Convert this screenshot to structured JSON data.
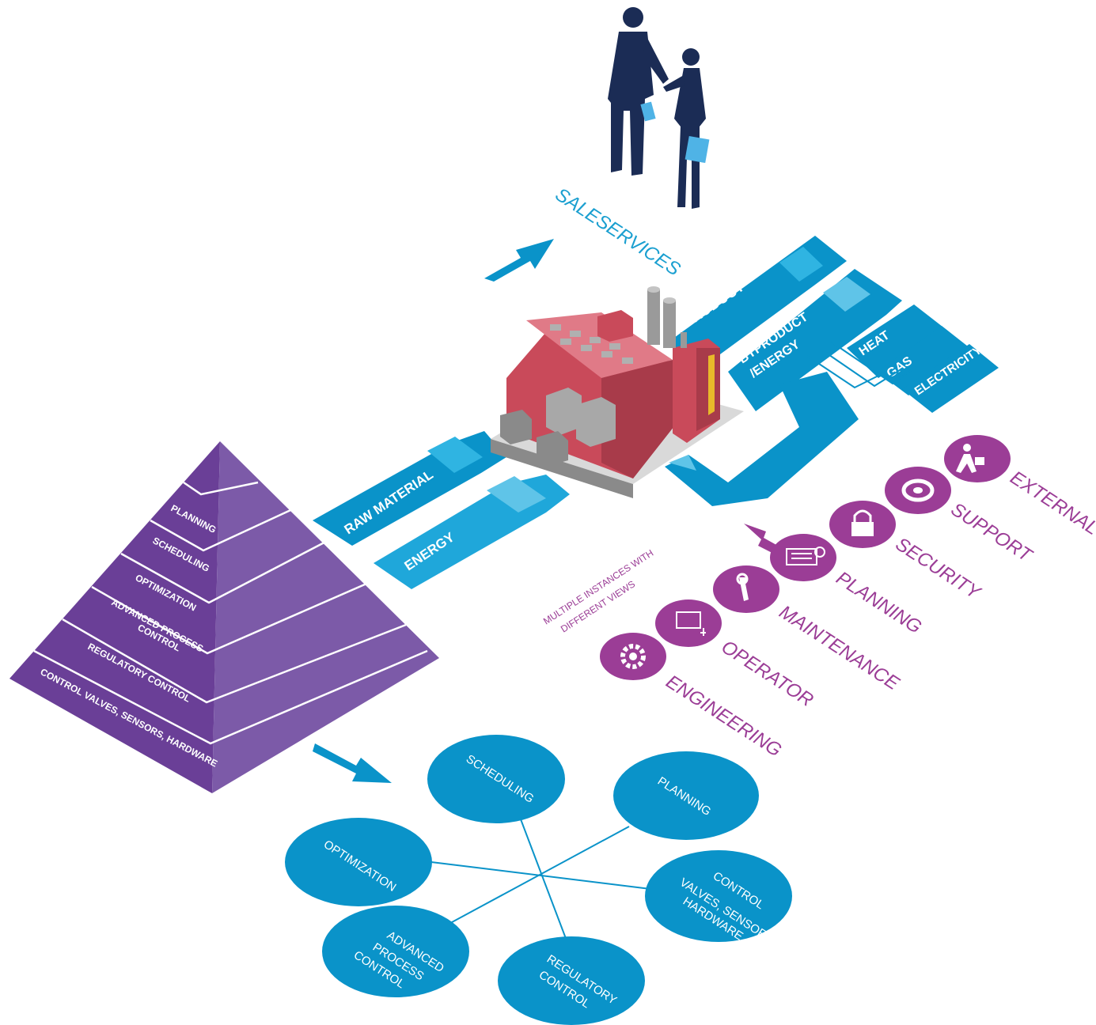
{
  "colors": {
    "blue": "#0a93c9",
    "blue_dark": "#0779a6",
    "blue_light": "#1fb0de",
    "purple": "#6a3f97",
    "purple_light": "#7c5aa8",
    "magenta": "#9b3d96",
    "factory_red": "#c94a5a"
  },
  "top": {
    "sales_label": "SALESERVICES"
  },
  "flows": {
    "product": "PRODUCT",
    "byproduct": "BYPRODUCT",
    "byproduct_line2": "/ENERGY",
    "heat": "HEAT",
    "gas": "GAS",
    "electricity": "ELECTRICITY",
    "raw_material": "RAW MATERIAL",
    "energy": "ENERGY"
  },
  "pyramid": {
    "levels": [
      "PLANNING",
      "SCHEDULING",
      "OPTIMIZATION",
      "ADVANCED PROCESS",
      "CONTROL",
      "REGULATORY CONTROL",
      "CONTROL VALVES, SENSORS, HARDWARE"
    ]
  },
  "views": {
    "caption_line1": "MULTIPLE INSTANCES WITH",
    "caption_line2": "DIFFERENT VIEWS",
    "roles": [
      {
        "label": "EXTERNAL",
        "icon": "person-walking-icon"
      },
      {
        "label": "SUPPORT",
        "icon": "lifebuoy-icon"
      },
      {
        "label": "SECURITY",
        "icon": "padlock-icon"
      },
      {
        "label": "PLANNING",
        "icon": "planning-chart-icon"
      },
      {
        "label": "MAINTENANCE",
        "icon": "wrench-icon"
      },
      {
        "label": "OPERATOR",
        "icon": "monitor-icon"
      },
      {
        "label": "ENGINEERING",
        "icon": "gear-icon"
      }
    ]
  },
  "network": {
    "scheduling": "SCHEDULING",
    "planning": "PLANNING",
    "optimization": "OPTIMIZATION",
    "control_line1": "CONTROL",
    "control_line2": "VALVES, SENSORS,",
    "control_line3": "HARDWARE",
    "apc_line1": "ADVANCED",
    "apc_line2": "PROCESS",
    "apc_line3": "CONTROL",
    "reg_line1": "REGULATORY",
    "reg_line2": "CONTROL"
  }
}
